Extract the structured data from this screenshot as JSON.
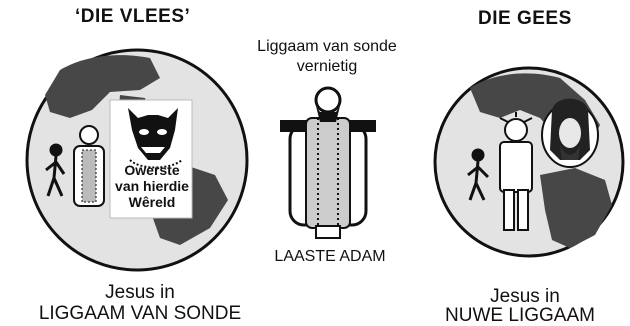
{
  "left": {
    "title": "‘DIE VLEES’",
    "box_label": [
      "Owerste",
      "van hierdie",
      "Wêreld"
    ],
    "caption_line1": "Jesus in",
    "caption_line2": "LIGGAAM VAN SONDE"
  },
  "center": {
    "top_line1": "Liggaam van sonde",
    "top_line2": "vernietig",
    "bottom_label": "LAASTE ADAM"
  },
  "right": {
    "title": "DIE GEES",
    "caption_line1": "Jesus in",
    "caption_line2": "NUWE LIGGAAM"
  },
  "colors": {
    "globe": "#e3e3e3",
    "land": "#474747",
    "outline": "#111111"
  }
}
